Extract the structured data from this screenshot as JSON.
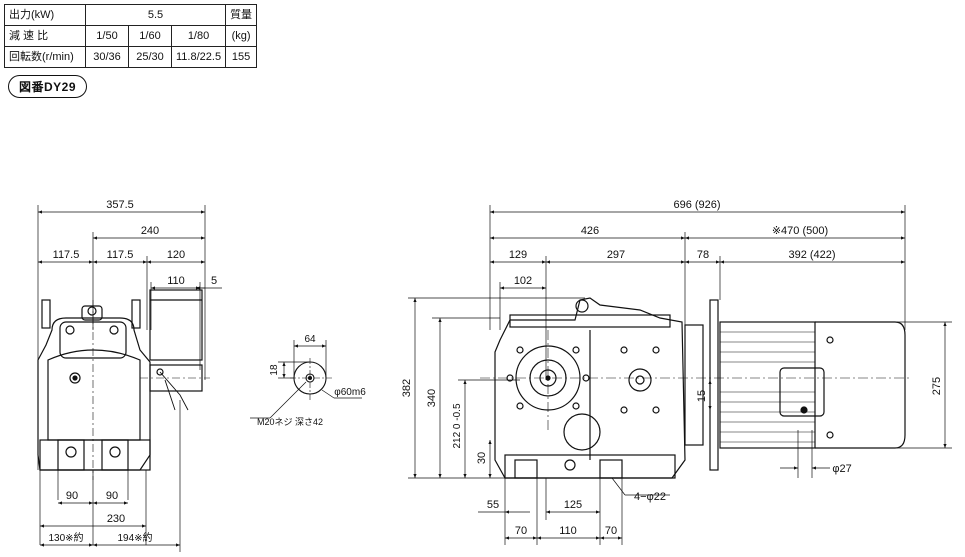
{
  "spec_table": {
    "output_label": "出力(kW)",
    "output_value": "5.5",
    "mass_label_1": "質量",
    "mass_label_2": "(kg)",
    "ratio_label": "減 速 比",
    "ratios": [
      "1/50",
      "1/60",
      "1/80"
    ],
    "speed_label": "回転数(r/min)",
    "speeds": [
      "30/36",
      "25/30",
      "11.8/22.5"
    ],
    "mass_value": "155"
  },
  "figure_ref": "図番DY29",
  "left_view": {
    "dim_overall": "357.5",
    "dim_240": "240",
    "dim_117_a": "117.5",
    "dim_117_b": "117.5",
    "dim_120": "120",
    "dim_110": "110",
    "dim_5": "5",
    "dim_90_a": "90",
    "dim_90_b": "90",
    "dim_230": "230",
    "dim_130": "130※約",
    "dim_194": "194※約"
  },
  "shaft_detail": {
    "dim_64": "64",
    "dim_18": "18",
    "dia_label": "φ60m6",
    "thread_label": "M20ネジ 深さ42"
  },
  "front_view": {
    "dim_696": "696 (926)",
    "dim_426": "426",
    "dim_470": "※470 (500)",
    "dim_129": "129",
    "dim_297": "297",
    "dim_78": "78",
    "dim_392": "392 (422)",
    "dim_102": "102",
    "dim_382": "382",
    "dim_340": "340",
    "dim_212": "212 0 -0.5",
    "dim_30": "30",
    "dim_15": "15",
    "dim_275": "275",
    "dim_27": "φ27",
    "dim_55": "55",
    "dim_125": "125",
    "holes_label": "4−φ22",
    "dim_70_a": "70",
    "dim_110": "110",
    "dim_70_b": "70"
  }
}
